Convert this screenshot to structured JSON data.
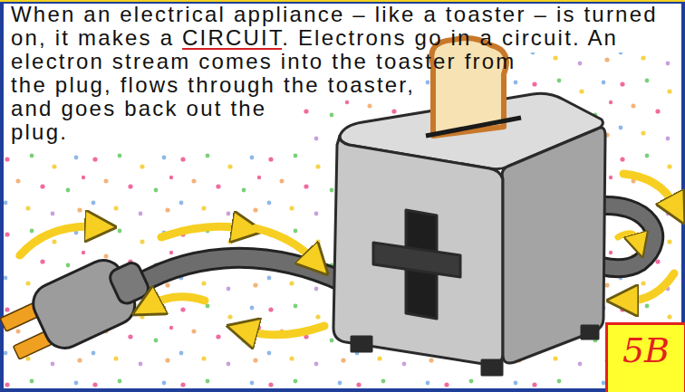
{
  "diagram": {
    "nodes": [
      {
        "text": [
          "5B"
        ]
      }
    ],
    "labels": [
      "When an electrical appliance – like a toaster – is turned on, it makes a",
      "CIRCUIT",
      ". Electrons go in a circuit. An electron stream comes into the toaster from the plug, flows through the toaster, and goes back out the plug."
    ]
  }
}
